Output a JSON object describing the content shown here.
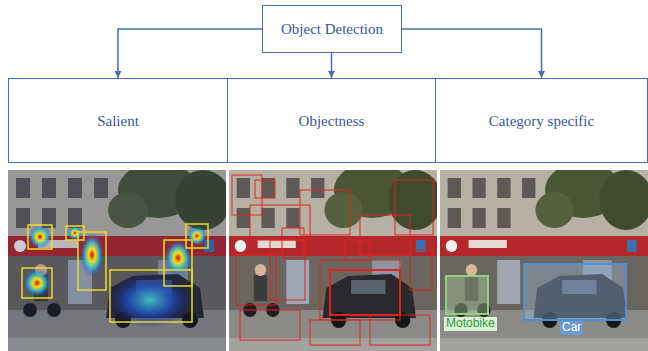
{
  "diagram": {
    "nodes": [
      {
        "text": [
          "Object Detection"
        ]
      },
      {
        "text": [
          "Salient"
        ]
      },
      {
        "text": [
          "Objectness"
        ]
      },
      {
        "text": [
          "Category specific"
        ]
      }
    ],
    "edges": [
      {
        "from": 0,
        "to": 1,
        "arrow": "to"
      },
      {
        "from": 0,
        "to": 2,
        "arrow": "to"
      },
      {
        "from": 0,
        "to": 3,
        "arrow": "to"
      }
    ],
    "labels": [
      "Motobike",
      "Car"
    ]
  }
}
